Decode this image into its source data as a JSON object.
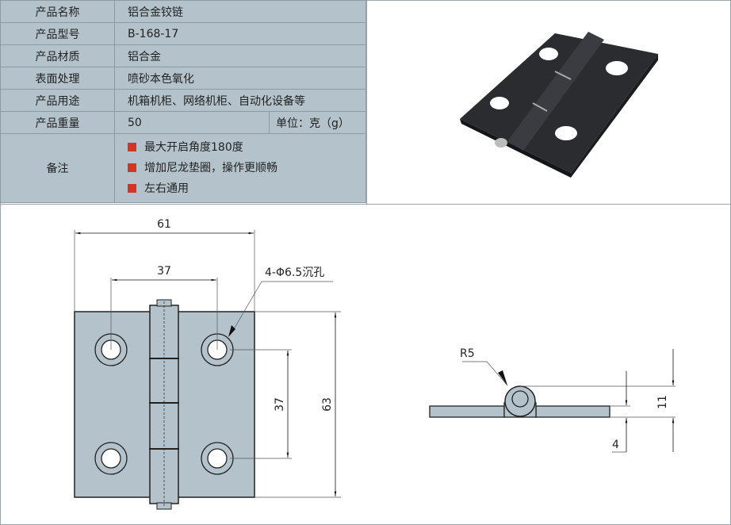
{
  "spec": {
    "rows": [
      {
        "label": "产品名称",
        "value": "铝合金铰链"
      },
      {
        "label": "产品型号",
        "value": "B-168-17"
      },
      {
        "label": "产品材质",
        "value": "铝合金"
      },
      {
        "label": "表面处理",
        "value": "喷砂本色氧化"
      },
      {
        "label": "产品用途",
        "value": "机箱机柜、网络机柜、自动化设备等"
      }
    ],
    "weight": {
      "label": "产品重量",
      "value": "50",
      "unit": "单位：克（g）"
    },
    "notes": {
      "label": "备注",
      "items": [
        "最大开启角度180度",
        "增加尼龙垫圈，操作更顺畅",
        "左右通用"
      ]
    }
  },
  "drawing": {
    "front": {
      "width": "61",
      "hole_spacing_h": "37",
      "hole_spacing_v": "37",
      "height": "63",
      "hole_callout": "4-Φ6.5沉孔"
    },
    "side": {
      "radius": "R5",
      "total_height": "11",
      "thickness": "4"
    }
  },
  "colors": {
    "table_bg": "#b4c3cb",
    "bullet": "#d3342a",
    "part_fill": "#b4c3cb"
  }
}
